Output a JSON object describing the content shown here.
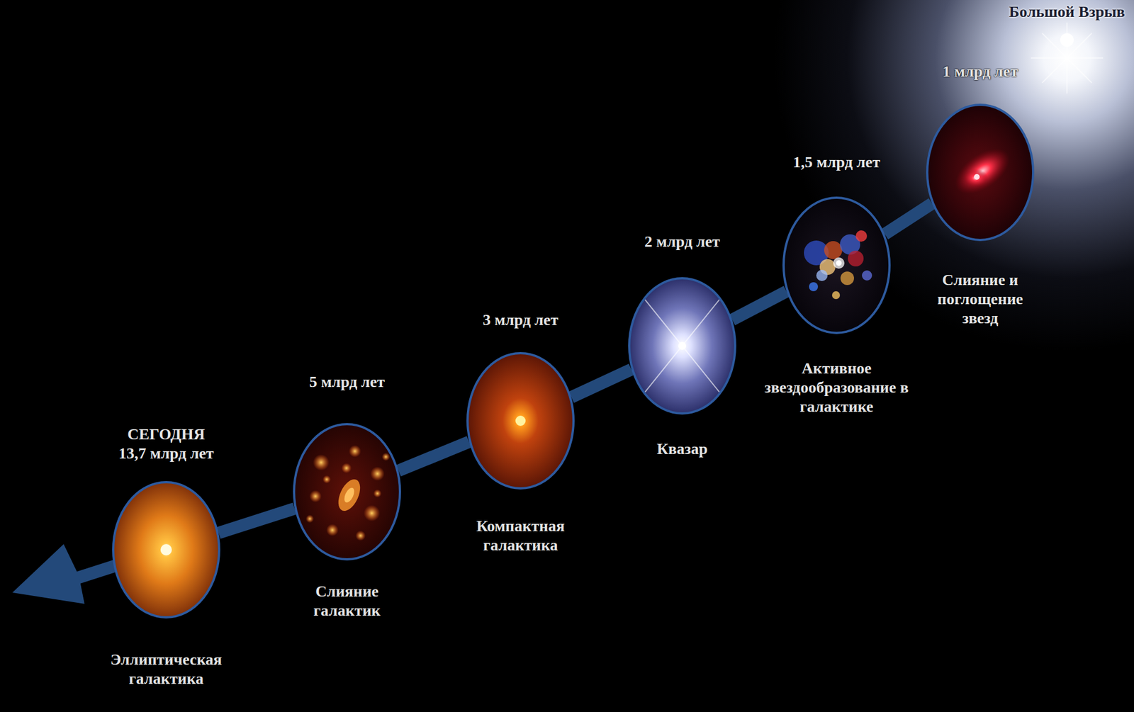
{
  "diagram": {
    "nodes": [
      {
        "text": [
          "Большой Взрыв"
        ]
      },
      {
        "text": [
          "1 млрд лет",
          "Слияние и поглощение звезд"
        ]
      },
      {
        "text": [
          "1,5 млрд лет",
          "Активное звездообразование в галактике"
        ]
      },
      {
        "text": [
          "2 млрд лет",
          "Квазар"
        ]
      },
      {
        "text": [
          "3 млрд лет",
          "Компактная галактика"
        ]
      },
      {
        "text": [
          "5 млрд лет",
          "Слияние галактик"
        ]
      },
      {
        "text": [
          "СЕГОДНЯ 13,7 млрд лет",
          "Эллиптическая галактика"
        ]
      }
    ],
    "edges": [
      {
        "from": 1,
        "to": 2,
        "arrow": "none"
      },
      {
        "from": 2,
        "to": 3,
        "arrow": "none"
      },
      {
        "from": 3,
        "to": 4,
        "arrow": "none"
      },
      {
        "from": 4,
        "to": 5,
        "arrow": "none"
      },
      {
        "from": 5,
        "to": 6,
        "arrow": "none"
      }
    ]
  }
}
